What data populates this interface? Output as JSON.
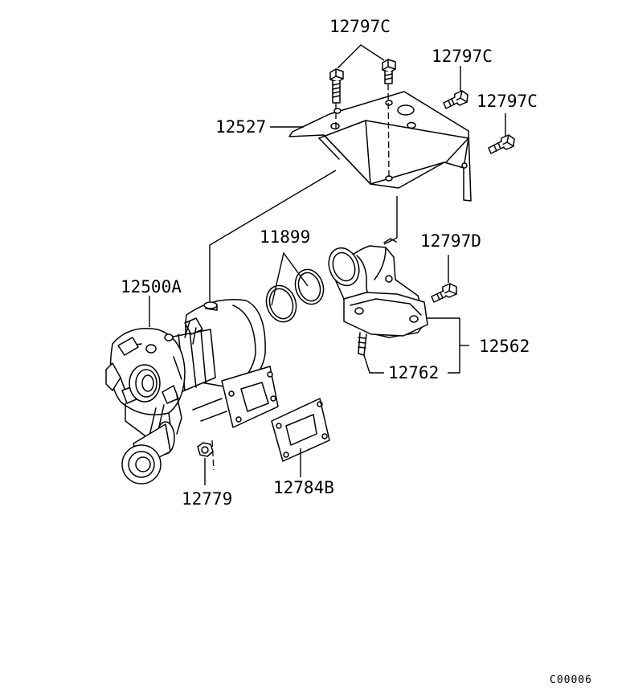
{
  "parts": [
    {
      "id": "bolt-top",
      "label": "12797C"
    },
    {
      "id": "bolt-right-1",
      "label": "12797C"
    },
    {
      "id": "bolt-right-2",
      "label": "12797C"
    },
    {
      "id": "bracket",
      "label": "12527"
    },
    {
      "id": "snap-rings",
      "label": "11899"
    },
    {
      "id": "elbow-bolt",
      "label": "12797D"
    },
    {
      "id": "turbocharger",
      "label": "12500A"
    },
    {
      "id": "elbow-assembly",
      "label": "12562"
    },
    {
      "id": "elbow-pipe",
      "label": "12762"
    },
    {
      "id": "nut",
      "label": "12779"
    },
    {
      "id": "gasket",
      "label": "12784B"
    }
  ],
  "drawing_code": "C00006"
}
